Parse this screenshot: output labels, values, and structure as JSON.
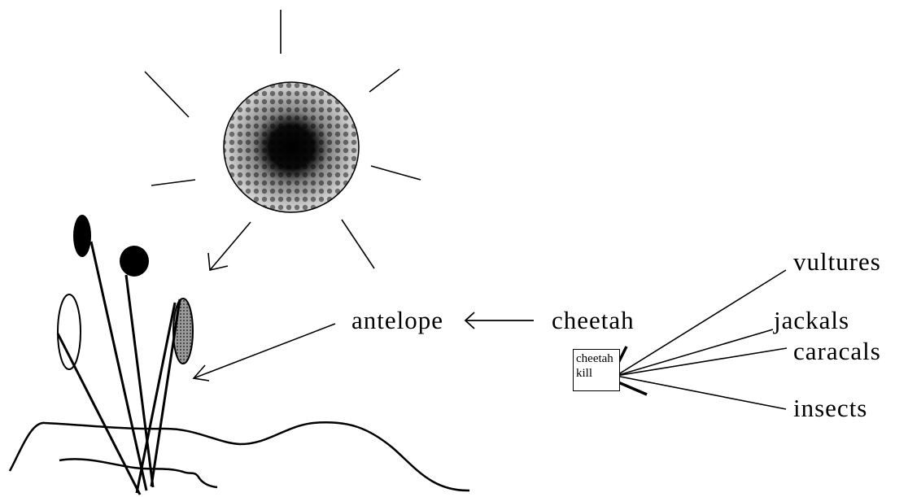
{
  "labels": {
    "antelope": "antelope",
    "cheetah": "cheetah",
    "vultures": "vultures",
    "jackals": "jackals",
    "caracals": "caracals",
    "insects": "insects"
  },
  "kill_box": {
    "line1": "cheetah",
    "line2": "kill"
  },
  "colors": {
    "ink": "#000000",
    "sun_outer": "#a8a8a8",
    "sun_core": "#000000"
  }
}
